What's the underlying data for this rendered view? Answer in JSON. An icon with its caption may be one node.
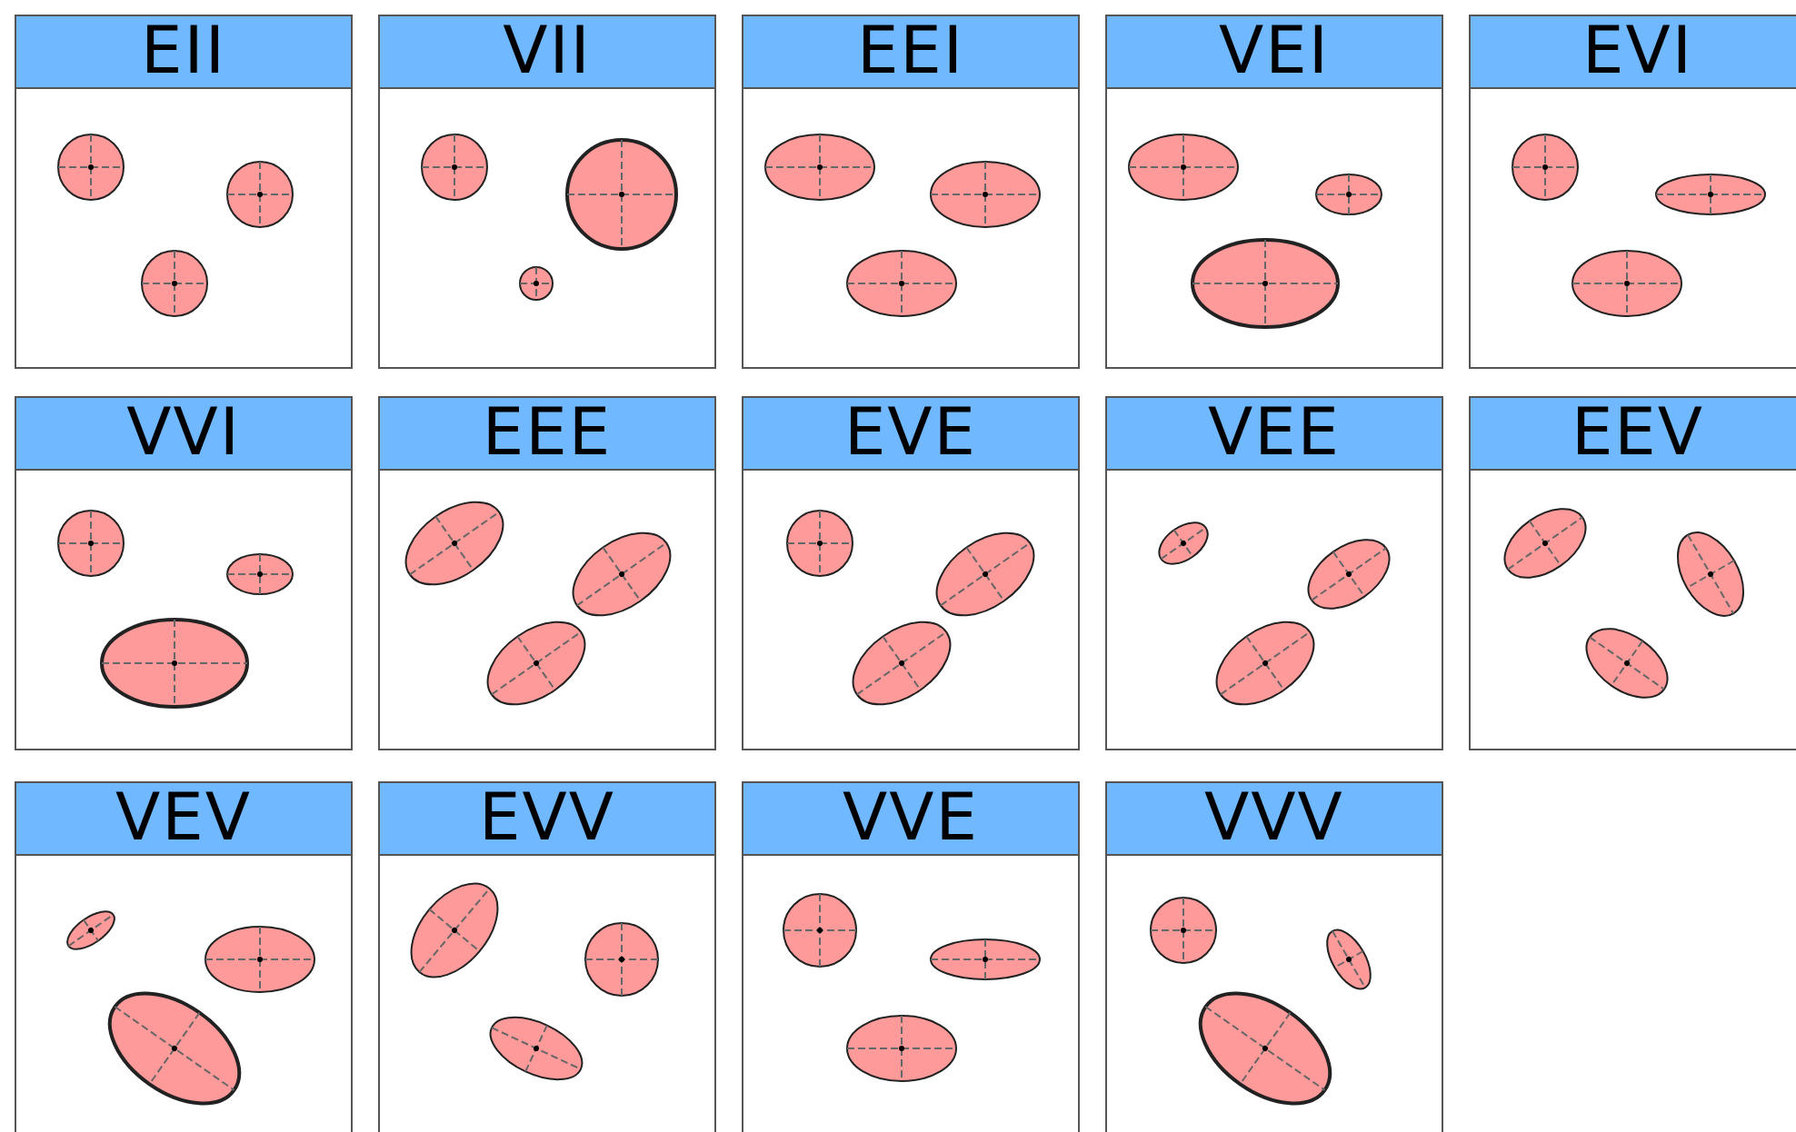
{
  "diagram": {
    "nodes": [
      {
        "text": [
          "EII"
        ]
      },
      {
        "text": [
          "VII"
        ]
      },
      {
        "text": [
          "EEI"
        ]
      },
      {
        "text": [
          "VEI"
        ]
      },
      {
        "text": [
          "EVI"
        ]
      },
      {
        "text": [
          "VVI"
        ]
      },
      {
        "text": [
          "EEE"
        ]
      },
      {
        "text": [
          "EVE"
        ]
      },
      {
        "text": [
          "VEE"
        ]
      },
      {
        "text": [
          "EEV"
        ]
      },
      {
        "text": [
          "VEV"
        ]
      },
      {
        "text": [
          "EVV"
        ]
      },
      {
        "text": [
          "VVE"
        ]
      },
      {
        "text": [
          "VVV"
        ]
      }
    ]
  }
}
